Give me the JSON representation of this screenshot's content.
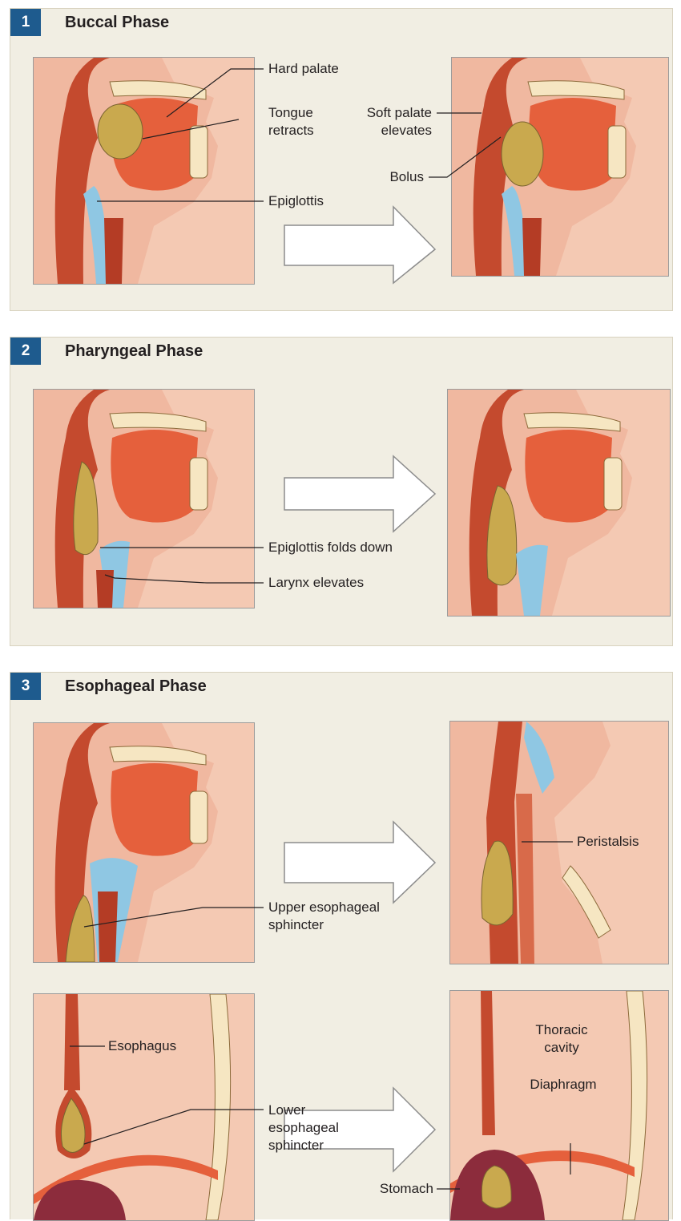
{
  "colors": {
    "panel_bg": "#f1eee3",
    "badge_bg": "#1e5b8e",
    "tissue": "#f4c9b3",
    "muscle": "#e5603c",
    "bolus": "#c9a94e",
    "cartilage": "#8fc7e3",
    "arrow_fill": "#ffffff",
    "arrow_stroke": "#8c8c8c"
  },
  "phases": [
    {
      "number": "1",
      "title": "Buccal Phase"
    },
    {
      "number": "2",
      "title": "Pharyngeal Phase"
    },
    {
      "number": "3",
      "title": "Esophageal Phase"
    }
  ],
  "labels": {
    "hard_palate": "Hard palate",
    "tongue_retracts_1": "Tongue",
    "tongue_retracts_2": "retracts",
    "soft_palate_1": "Soft palate",
    "soft_palate_2": "elevates",
    "bolus": "Bolus",
    "epiglottis": "Epiglottis",
    "epiglottis_folds": "Epiglottis folds down",
    "larynx_elevates": "Larynx elevates",
    "peristalsis": "Peristalsis",
    "ues_1": "Upper esophageal",
    "ues_2": "sphincter",
    "esophagus": "Esophagus",
    "les_1": "Lower",
    "les_2": "esophageal",
    "les_3": "sphincter",
    "thoracic_1": "Thoracic",
    "thoracic_2": "cavity",
    "diaphragm": "Diaphragm",
    "stomach": "Stomach"
  }
}
